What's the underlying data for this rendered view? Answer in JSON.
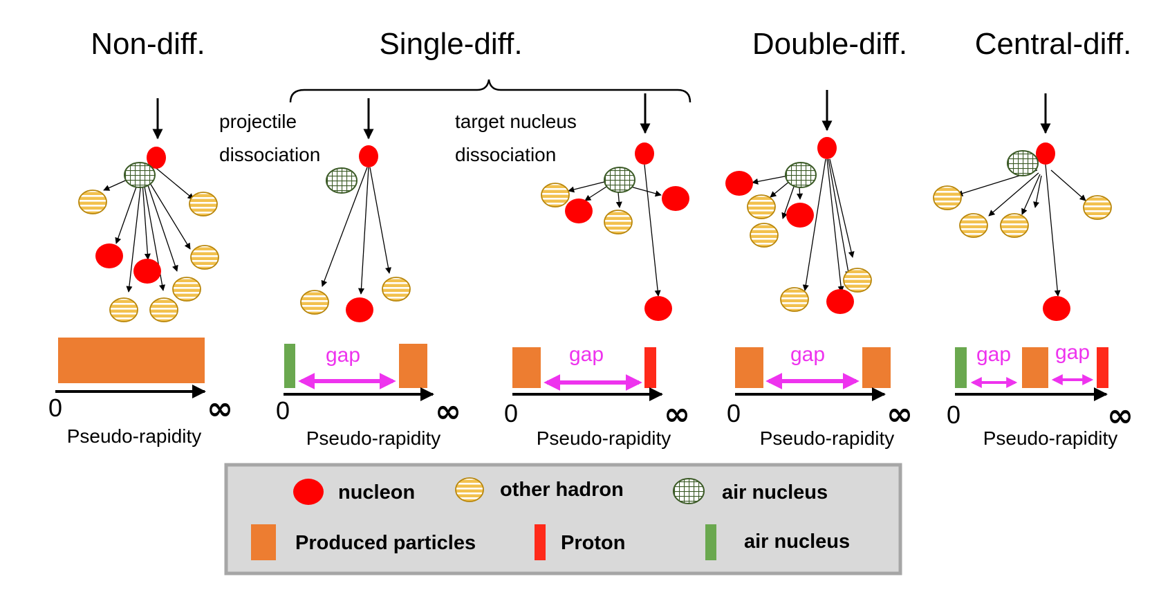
{
  "colors": {
    "nucleon": "#ff0000",
    "hadron_fill": "#f2c14e",
    "hadron_stripe": "#ffffff",
    "air_nucleus_fill": "#5a7a3a",
    "produced": "#ed7d31",
    "proton": "#ff2a1a",
    "air_bar": "#6aa84f",
    "gap": "#ee33ee",
    "legend_bg": "#d9d9d9",
    "legend_border": "#a6a6a6"
  },
  "titles": {
    "non_diff": "Non-diff.",
    "single_diff": "Single-diff.",
    "double_diff": "Double-diff.",
    "central_diff": "Central-diff."
  },
  "subtitles": {
    "projectile_line1": "projectile",
    "projectile_line2": "dissociation",
    "target_line1": "target nucleus",
    "target_line2": "dissociation"
  },
  "axis": {
    "zero": "0",
    "infinity": "∞",
    "label": "Pseudo-rapidity"
  },
  "gap_label": "gap",
  "legend": {
    "nucleon": "nucleon",
    "other_hadron": "other hadron",
    "air_nucleus": "air nucleus",
    "produced_particles": "Produced particles",
    "proton": "Proton",
    "air_nucleus_bar": "air nucleus"
  },
  "icons": [
    "nucleon-icon",
    "hadron-icon",
    "air-nucleus-icon",
    "arrow-icon"
  ]
}
